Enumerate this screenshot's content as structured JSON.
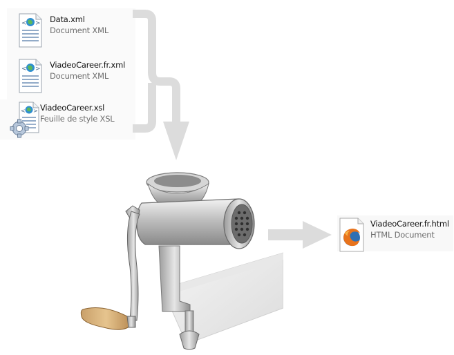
{
  "files": [
    {
      "name": "Data.xml",
      "type": "Document XML"
    },
    {
      "name": "ViadeoCareer.fr.xml",
      "type": "Document XML"
    },
    {
      "name": "ViadeoCareer.xsl",
      "type": "Feuille de style XSL"
    }
  ],
  "output": {
    "name": "ViadeoCareer.fr.html",
    "type": "HTML Document"
  },
  "icons": {
    "xml": "xml-document-icon",
    "xsl": "xsl-stylesheet-icon",
    "html": "firefox-html-icon"
  },
  "colors": {
    "arrow": "#d9d9d9",
    "globe": "#2f8fd0",
    "firefox_orange": "#e8731c"
  }
}
